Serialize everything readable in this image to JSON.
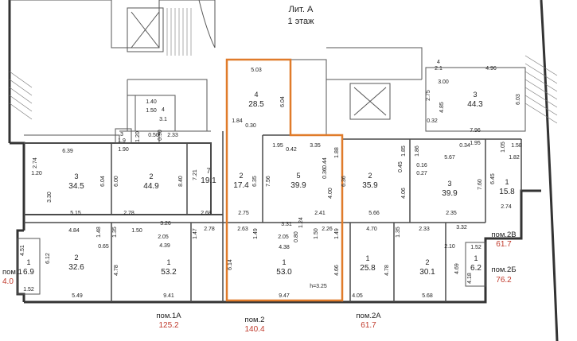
{
  "title": {
    "line1": "Лит. А",
    "line2": "1 этаж"
  },
  "highlight_color": "#e07b2a",
  "accent_color": "#c0392b",
  "rooms": [
    {
      "id": "r-top-4",
      "num": "4",
      "area": "28.5"
    },
    {
      "id": "r-3-top-right",
      "num": "3",
      "area": "44.3"
    },
    {
      "id": "r-3-left",
      "num": "3",
      "area": "34.5"
    },
    {
      "id": "r-2-left",
      "num": "2",
      "area": "44.9"
    },
    {
      "id": "r-7",
      "num": "7",
      "area": "19.1"
    },
    {
      "id": "r-2-mid",
      "num": "2",
      "area": "17.4"
    },
    {
      "id": "r-5",
      "num": "5",
      "area": "39.9"
    },
    {
      "id": "r-2-right",
      "num": "2",
      "area": "35.9"
    },
    {
      "id": "r-3-right",
      "num": "3",
      "area": "39.9"
    },
    {
      "id": "r-1-right",
      "num": "1",
      "area": "15.8"
    },
    {
      "id": "r-2-bl",
      "num": "2",
      "area": "32.6"
    },
    {
      "id": "r-1-1a",
      "num": "1",
      "area": "53.2"
    },
    {
      "id": "r-1-pom2",
      "num": "1",
      "area": "53.0"
    },
    {
      "id": "r-1-2a",
      "num": "1",
      "area": "25.8"
    },
    {
      "id": "r-2-2a",
      "num": "2",
      "area": "30.1"
    },
    {
      "id": "r-1-farright",
      "num": "1",
      "area": "6.2"
    },
    {
      "id": "r-1-farleft",
      "num": "1",
      "area": "6.9"
    },
    {
      "id": "r-small-3",
      "num": "3",
      "area": "1.9"
    },
    {
      "id": "r-small-4",
      "num": "4",
      "area": "3.1"
    },
    {
      "id": "r-small-4b",
      "num": "4",
      "area": "2.1"
    }
  ],
  "premises": [
    {
      "name": "пом.1А",
      "area": "125.2"
    },
    {
      "name": "пом.2",
      "area": "140.4"
    },
    {
      "name": "пом.2А",
      "area": "61.7"
    },
    {
      "name": "пом.2В",
      "area": "61.7"
    },
    {
      "name": "пом.2Б",
      "area": "76.2"
    },
    {
      "name": "пом.1",
      "area": "4.0"
    }
  ],
  "dims": {
    "d503": "5.03",
    "d604": "6.04",
    "d184": "1.84",
    "d195": "1.95",
    "d042": "0.42",
    "d335": "3.35",
    "d188": "1.88",
    "d639": "6.39",
    "d274": "2.74",
    "d120": "1.20",
    "d600": "6.00",
    "d604b": "6.04",
    "d840": "8.40",
    "d721": "7.21",
    "d330": "3.30",
    "d515": "5.15",
    "d278": "2.78",
    "d326": "3.26",
    "d268": "2.68",
    "d275": "2.75",
    "d756": "7.56",
    "d635": "6.35",
    "d331": "3.31",
    "d124": "1.24",
    "d241": "2.41",
    "d400": "4.00",
    "d636": "6.36",
    "d044": "0.44",
    "d036": "0.36",
    "d190": "1.90",
    "d233": "2.33",
    "d566": "5.66",
    "d406": "4.06",
    "d645": "6.45",
    "d274b": "2.74",
    "d567": "5.67",
    "d760": "7.60",
    "d235": "2.35",
    "d332": "3.32",
    "d045": "0.45",
    "d185": "1.85",
    "d186": "1.86",
    "d027": "0.27",
    "d016": "0.16",
    "d300": "3.00",
    "d496": "4.96",
    "d275b": "2.75",
    "d485": "4.85",
    "d032": "0.32",
    "d603": "6.03",
    "d796": "7.96",
    "d484": "4.84",
    "d148": "1.48",
    "d135": "1.35",
    "d150": "1.50",
    "d205": "2.05",
    "d439": "4.39",
    "d147": "1.47",
    "d278b": "2.78",
    "d263": "2.63",
    "d149": "1.49",
    "d205b": "2.05",
    "d438": "4.38",
    "d080": "0.80",
    "d150b": "1.50",
    "d226": "2.26",
    "d149b": "1.49",
    "d470": "4.70",
    "d135b": "1.35",
    "d233b": "2.33",
    "d210": "2.10",
    "d065": "0.65",
    "d478": "4.78",
    "d612": "6.12",
    "d451": "4.51",
    "d152": "1.52",
    "d549": "5.49",
    "d941": "9.41",
    "d614": "6.14",
    "d947": "9.47",
    "d466": "4.66",
    "d405": "4.05",
    "d478b": "4.78",
    "d568": "5.68",
    "d469": "4.69",
    "d418": "4.18",
    "d152b": "1.52",
    "h": "h=3.25",
    "d140": "1.40",
    "d150c": "1.50",
    "d030": "0.30",
    "d182": "1.82",
    "d105": "1.05",
    "d034": "0.34",
    "d195b": "1.95",
    "d158": "1.58",
    "d090": "0.90",
    "d050": "0.50",
    "d120b": "1.20"
  }
}
